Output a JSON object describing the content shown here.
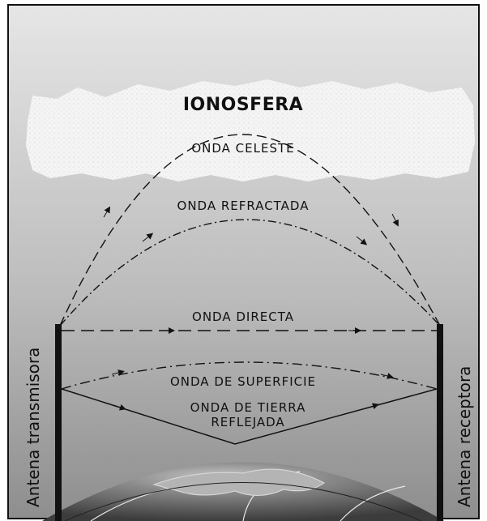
{
  "title": "IONOSFERA",
  "labels": {
    "sky_wave": "ONDA CELESTE",
    "refracted_wave": "ONDA REFRACTADA",
    "direct_wave": "ONDA DIRECTA",
    "surface_wave": "ONDA DE SUPERFICIE",
    "ground_reflected_line1": "ONDA DE TIERRA",
    "ground_reflected_line2": "REFLEJADA"
  },
  "antennas": {
    "transmitter": "Antena transmisora",
    "receiver": "Antena receptora"
  },
  "colors": {
    "background_top": "#e2e2e2",
    "background_bottom": "#8c8c8c",
    "cloud": "#f4f4f4",
    "line": "#111111",
    "earth": "#5a5a5a"
  },
  "icons": [
    "ionosphere-cloud",
    "earth-globe",
    "arrowhead"
  ]
}
